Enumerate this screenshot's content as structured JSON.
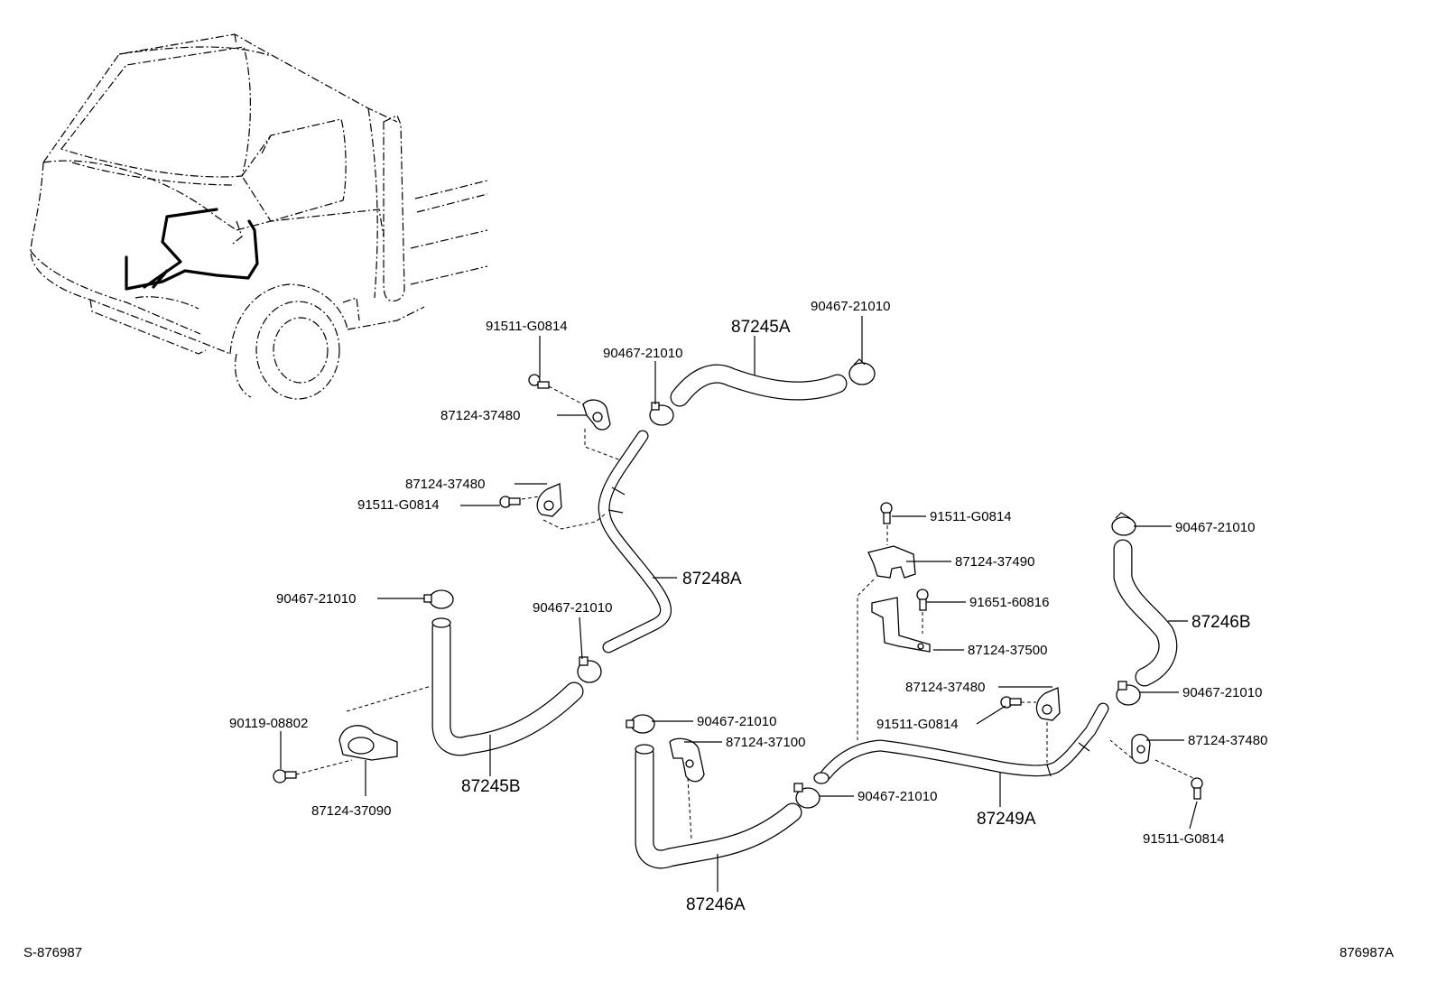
{
  "footer": {
    "left_code": "S-876987",
    "right_code": "876987A"
  },
  "labels": {
    "l01": "91511-G0814",
    "l02": "90467-21010",
    "l03": "87245A",
    "l04": "90467-21010",
    "l05": "87124-37480",
    "l06": "87124-37480",
    "l07": "91511-G0814",
    "l08": "87248A",
    "l09": "90467-21010",
    "l10": "90467-21010",
    "l11": "90119-08802",
    "l12": "87245B",
    "l13": "87124-37090",
    "l14": "91511-G0814",
    "l15": "87124-37490",
    "l16": "91651-60816",
    "l17": "87124-37500",
    "l18": "87124-37480",
    "l19": "91511-G0814",
    "l20": "90467-21010",
    "l21": "87124-37100",
    "l22": "90467-21010",
    "l23": "87249A",
    "l24": "87246A",
    "l25": "90467-21010",
    "l26": "87246B",
    "l27": "90467-21010",
    "l28": "87124-37480",
    "l29": "91511-G0814"
  }
}
